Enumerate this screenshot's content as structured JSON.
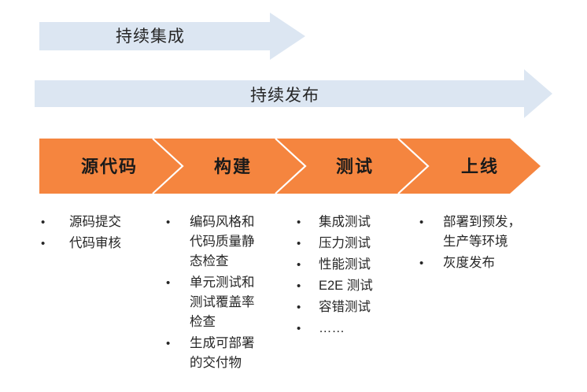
{
  "colors": {
    "light_blue": "#DCE6F2",
    "orange": "#F5853F",
    "chevron_divider": "#FFFFFF",
    "text_dark": "#262626"
  },
  "flow_arrows": [
    {
      "label": "持续集成"
    },
    {
      "label": "持续发布"
    }
  ],
  "stages": [
    {
      "label": "源代码"
    },
    {
      "label": "构建"
    },
    {
      "label": "测试"
    },
    {
      "label": "上线"
    }
  ],
  "bullet_columns": [
    {
      "stage": "源代码",
      "items": [
        "源码提交",
        "代码审核"
      ]
    },
    {
      "stage": "构建",
      "items": [
        "编码风格和\n代码质量静\n态检查",
        "单元测试和\n测试覆盖率\n检查",
        "生成可部署\n的交付物"
      ]
    },
    {
      "stage": "测试",
      "items": [
        "集成测试",
        "压力测试",
        "性能测试",
        "E2E 测试",
        "容错测试",
        "……"
      ]
    },
    {
      "stage": "上线",
      "items": [
        "部署到预发，\n生产等环境",
        "灰度发布"
      ]
    }
  ],
  "bullet_marker": "•"
}
